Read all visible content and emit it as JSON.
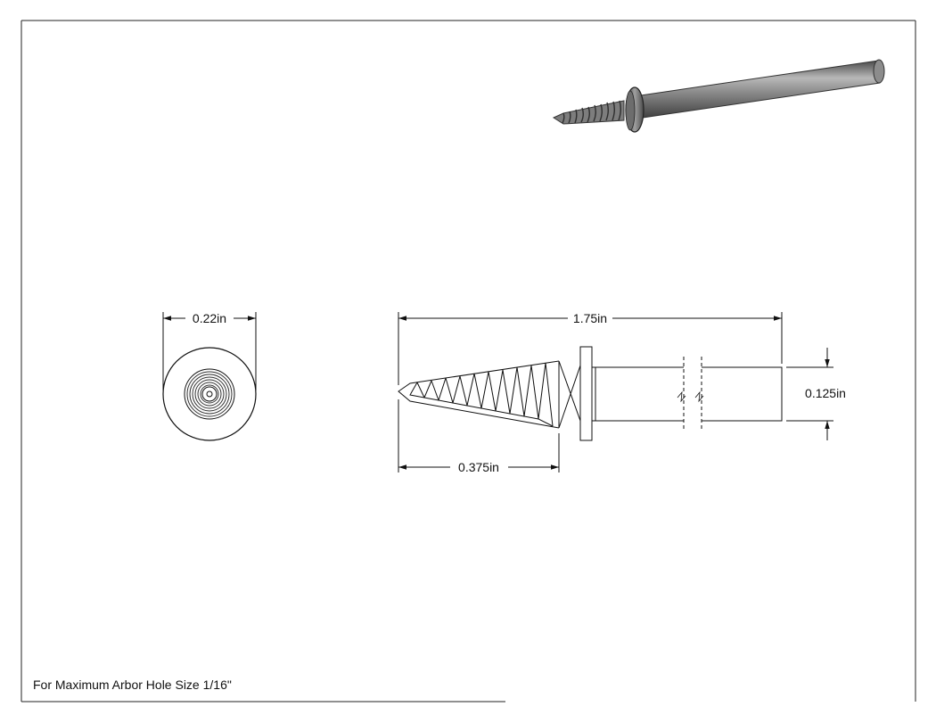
{
  "dimensions": {
    "end_diameter": "0.22in",
    "overall_length": "1.75in",
    "shaft_diameter": "0.125in",
    "thread_length": "0.375in"
  },
  "note": "For Maximum Arbor Hole Size 1/16\"",
  "colors": {
    "line": "#111111",
    "metal_dark": "#5a5a5a",
    "metal_mid": "#9a9a9a",
    "metal_light": "#d6d6d6"
  }
}
